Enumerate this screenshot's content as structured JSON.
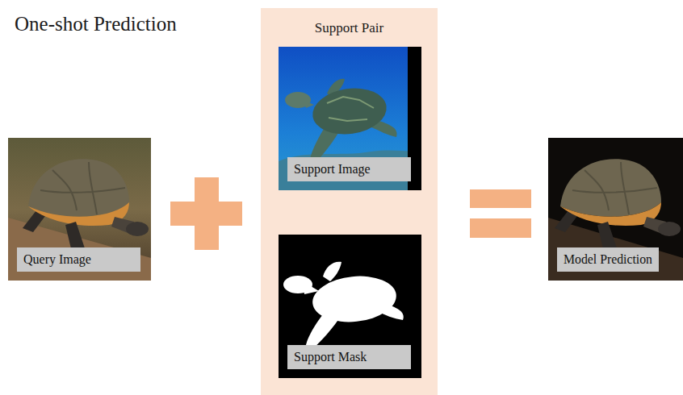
{
  "diagram": {
    "title": "One-shot Prediction",
    "nodes": [
      {
        "text": [
          "Query Image"
        ]
      },
      {
        "text": [
          "Support Pair"
        ]
      },
      {
        "text": [
          "Support Image"
        ],
        "in": 1
      },
      {
        "text": [
          "Support Mask"
        ],
        "in": 1
      },
      {
        "text": [
          "Model Prediction"
        ]
      }
    ]
  }
}
